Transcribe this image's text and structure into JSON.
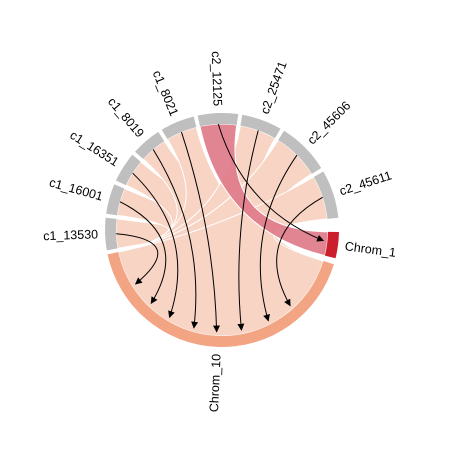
{
  "diagram": {
    "type": "chord",
    "sources": [
      {
        "label": "c1_13530",
        "color": "#bfbfbf"
      },
      {
        "label": "c1_16001",
        "color": "#bfbfbf"
      },
      {
        "label": "c1_16351",
        "color": "#bfbfbf"
      },
      {
        "label": "c1_8019",
        "color": "#bfbfbf"
      },
      {
        "label": "c1_8021",
        "color": "#bfbfbf"
      },
      {
        "label": "c2_12125",
        "color": "#bfbfbf"
      },
      {
        "label": "c2_25471",
        "color": "#bfbfbf"
      },
      {
        "label": "c2_45606",
        "color": "#bfbfbf"
      },
      {
        "label": "c2_45611",
        "color": "#bfbfbf"
      }
    ],
    "targets": [
      {
        "label": "Chrom_1",
        "color": "#cc1f2e"
      },
      {
        "label": "Chrom_10",
        "color": "#f2a483"
      }
    ],
    "links": [
      {
        "from": "c1_13530",
        "to": "Chrom_10",
        "color": "#f8d4c4"
      },
      {
        "from": "c1_16001",
        "to": "Chrom_10",
        "color": "#f8d4c4"
      },
      {
        "from": "c1_16351",
        "to": "Chrom_10",
        "color": "#f8d4c4"
      },
      {
        "from": "c1_8019",
        "to": "Chrom_10",
        "color": "#f8d4c4"
      },
      {
        "from": "c1_8021",
        "to": "Chrom_10",
        "color": "#f8d4c4"
      },
      {
        "from": "c2_12125",
        "to": "Chrom_1",
        "color": "#e07b8a"
      },
      {
        "from": "c2_25471",
        "to": "Chrom_10",
        "color": "#f8d4c4"
      },
      {
        "from": "c2_45606",
        "to": "Chrom_10",
        "color": "#f8d4c4"
      },
      {
        "from": "c2_45611",
        "to": "Chrom_10",
        "color": "#f8d4c4"
      }
    ]
  }
}
